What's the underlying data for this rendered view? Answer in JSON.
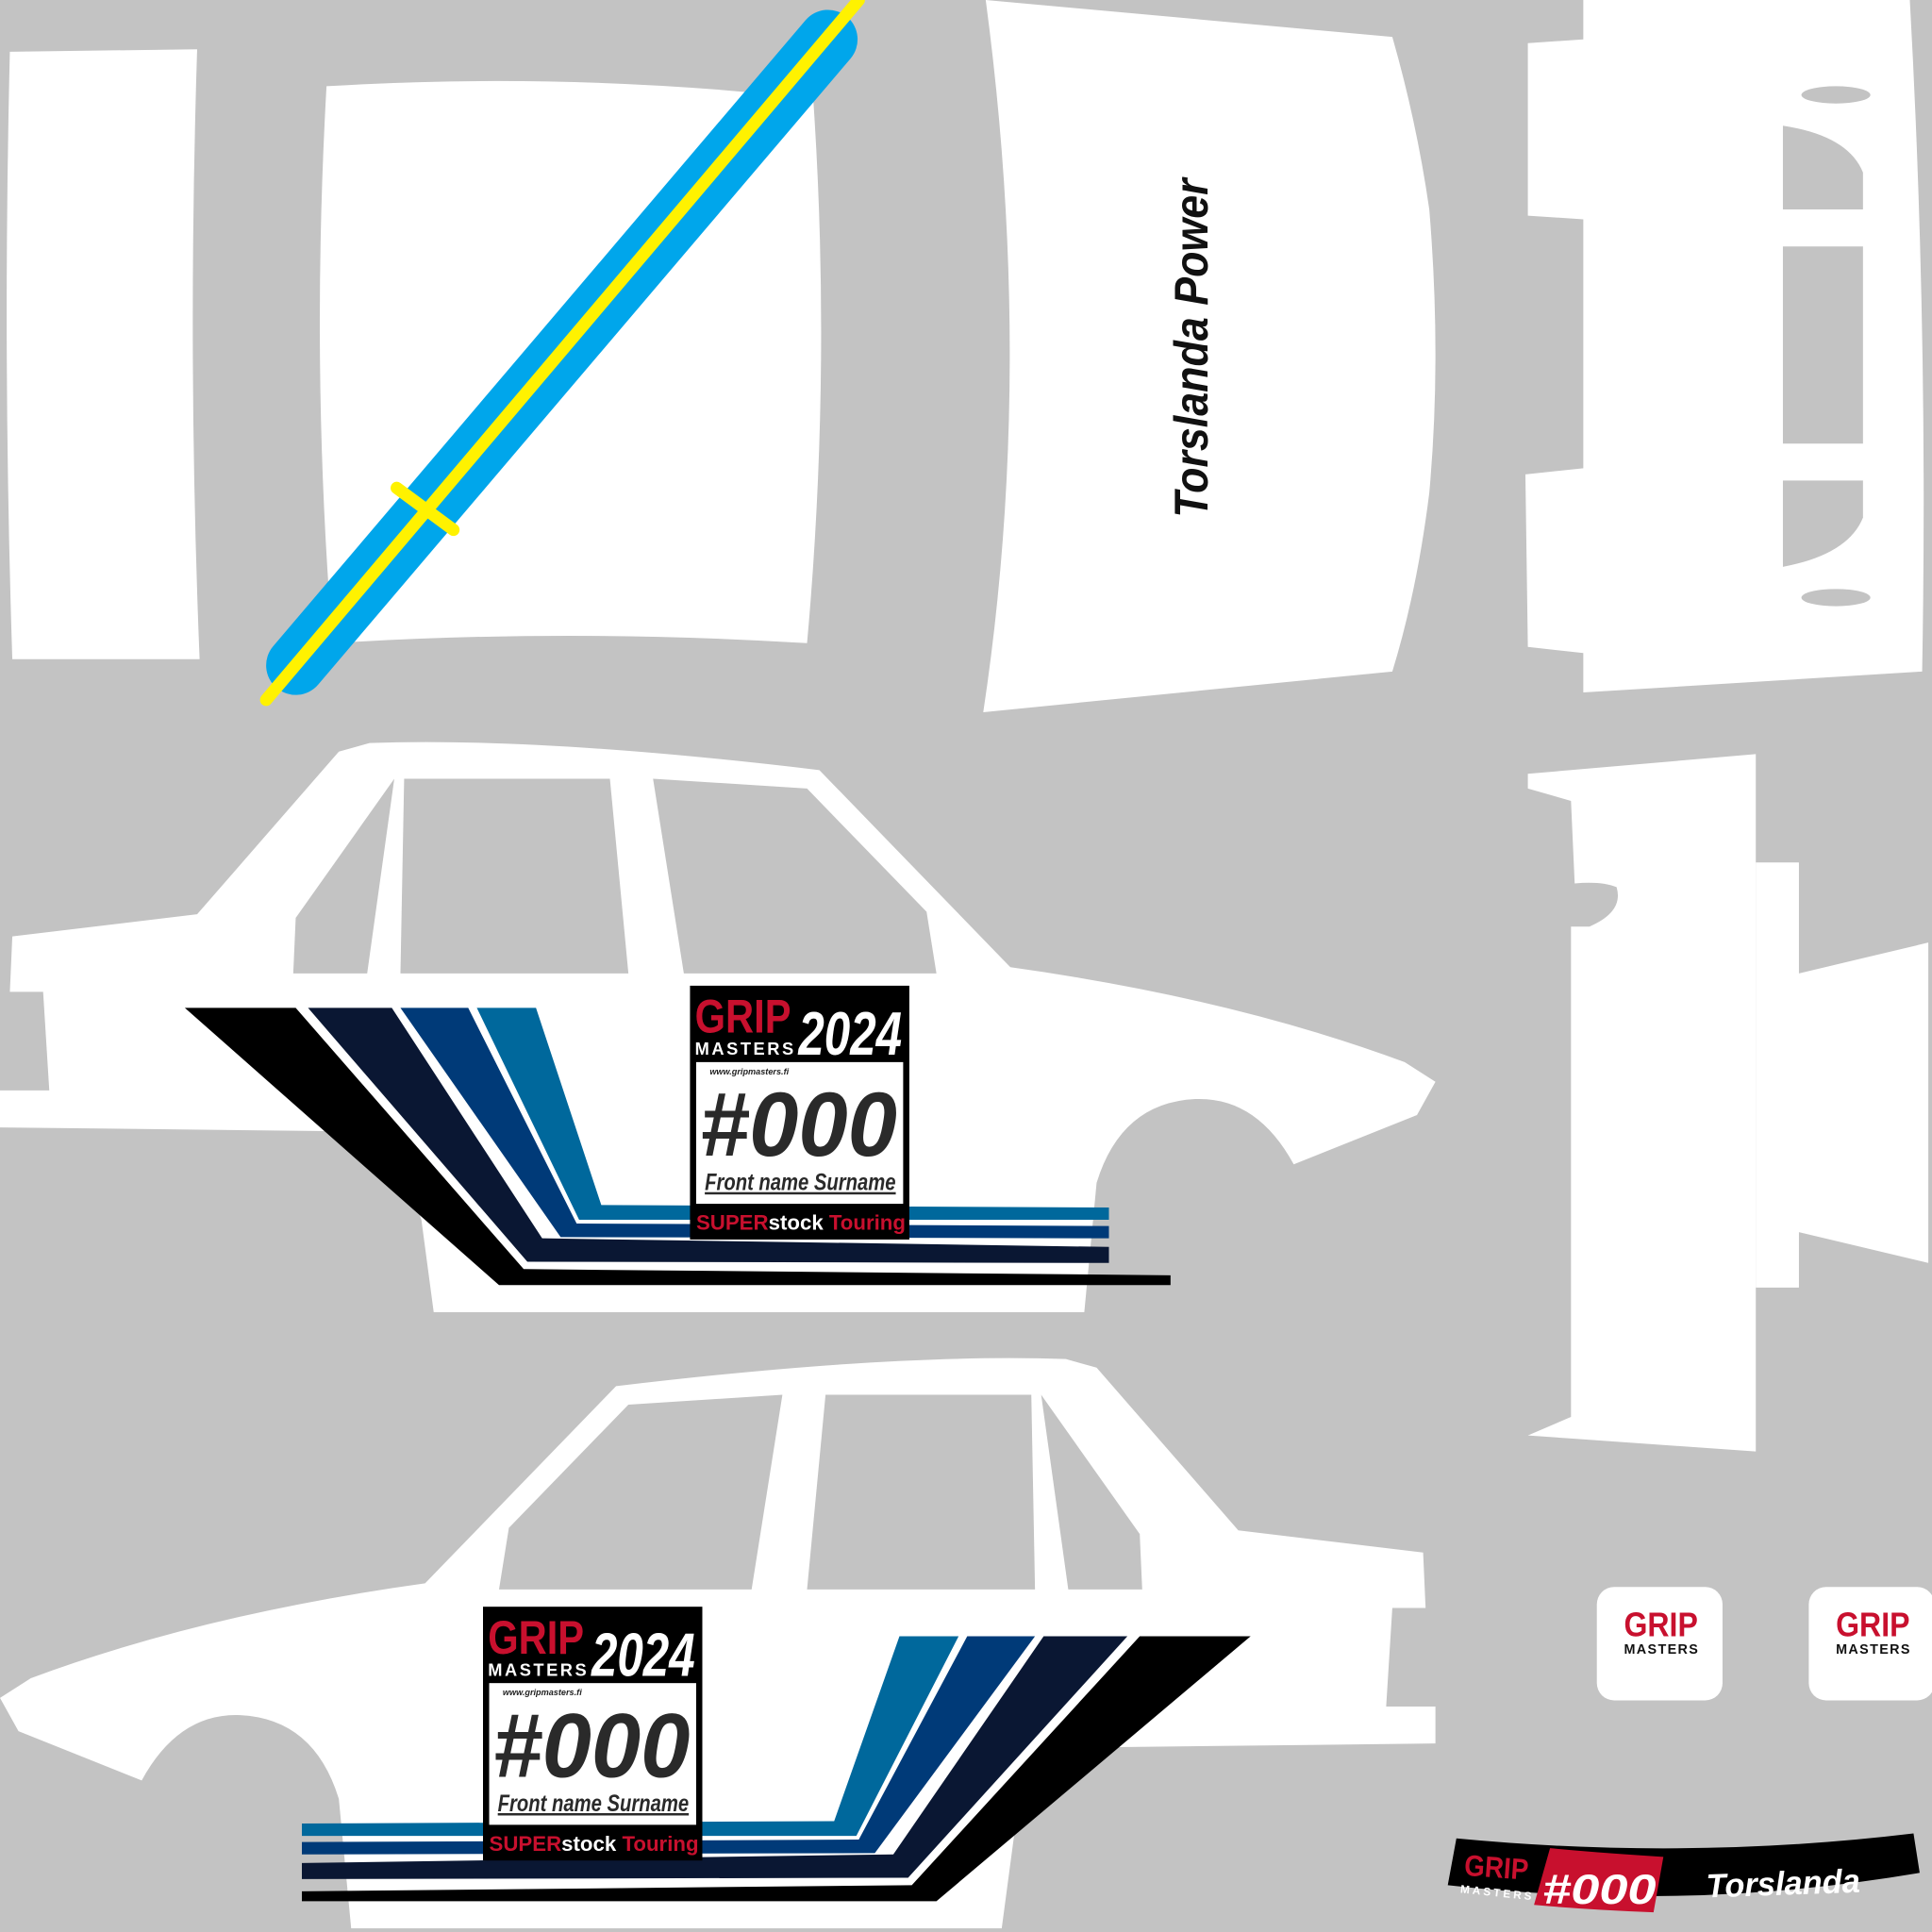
{
  "colors": {
    "background": "#c3c3c3",
    "panel": "#ffffff",
    "flag_blue": "#00a6eb",
    "flag_yellow": "#fff200",
    "brand_red": "#c8102e",
    "stripe_black": "#000000",
    "stripe_navy": "#0a1733",
    "stripe_blue": "#003a78",
    "stripe_teal": "#00689c"
  },
  "hood": {
    "text": "Torslanda Power"
  },
  "plate": {
    "brand_top": "GRIP",
    "brand_bottom": "MASTERS",
    "year": "2024",
    "website": "www.gripmasters.fi",
    "number": "#000",
    "driver": "Front name Surname",
    "series_super": "SUPER",
    "series_stock": "stock",
    "series_touring": " Touring"
  },
  "badges": [
    {
      "top": "GRIP",
      "bottom": "MASTERS"
    },
    {
      "top": "GRIP",
      "bottom": "MASTERS"
    }
  ],
  "windshield_banner": {
    "brand_top": "GRIP",
    "brand_bottom": "MASTERS",
    "number": "#000",
    "name": "Torslanda"
  }
}
